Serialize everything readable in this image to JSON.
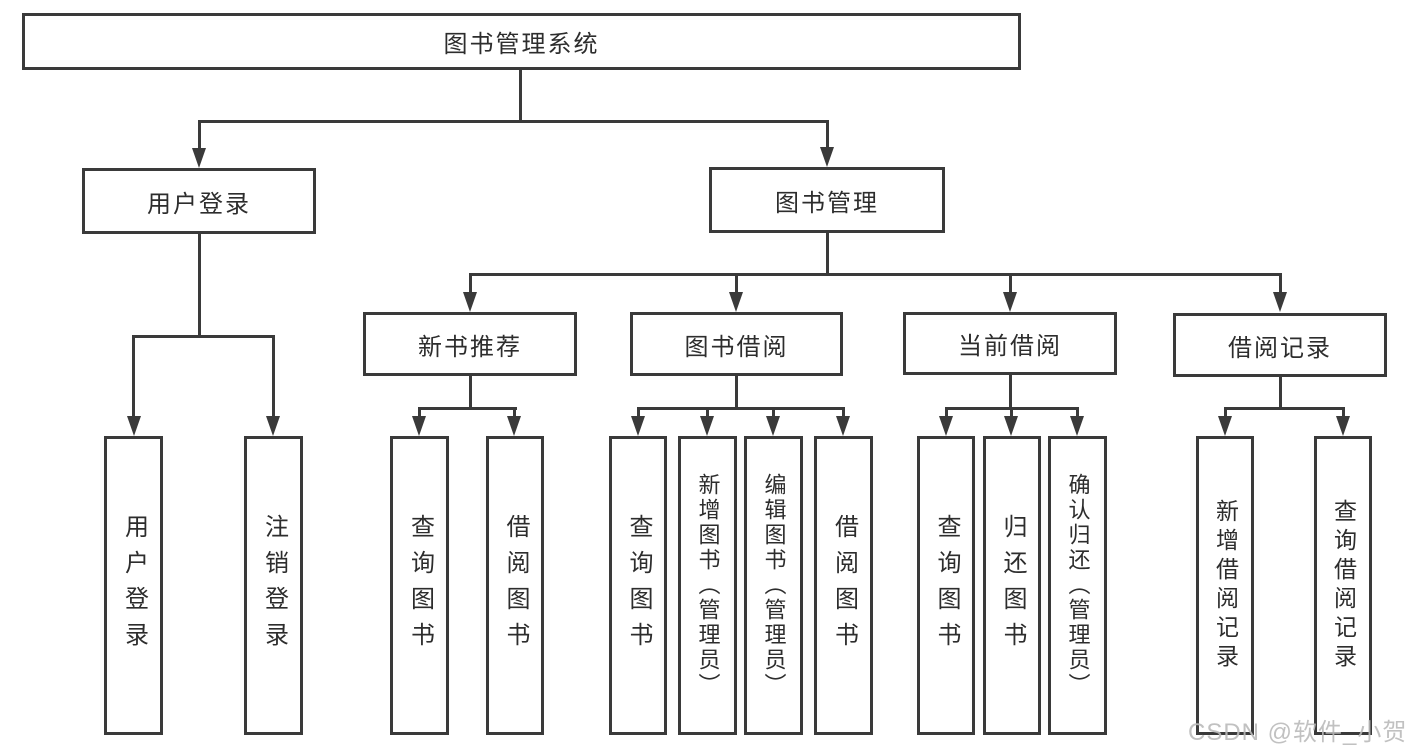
{
  "tree": {
    "label": "图书管理系统",
    "children": [
      {
        "label": "用户登录",
        "children": [
          {
            "label": "用户登录"
          },
          {
            "label": "注销登录"
          }
        ]
      },
      {
        "label": "图书管理",
        "children": [
          {
            "label": "新书推荐",
            "children": [
              {
                "label": "查询图书"
              },
              {
                "label": "借阅图书"
              }
            ]
          },
          {
            "label": "图书借阅",
            "children": [
              {
                "label": "查询图书"
              },
              {
                "label": "新增图书（管理员）"
              },
              {
                "label": "编辑图书（管理员）"
              },
              {
                "label": "借阅图书"
              }
            ]
          },
          {
            "label": "当前借阅",
            "children": [
              {
                "label": "查询图书"
              },
              {
                "label": "归还图书"
              },
              {
                "label": "确认归还（管理员）"
              }
            ]
          },
          {
            "label": "借阅记录",
            "children": [
              {
                "label": "新增借阅记录"
              },
              {
                "label": "查询借阅记录"
              }
            ]
          }
        ]
      }
    ]
  },
  "watermark": "CSDN @软件_小贺同学",
  "colors": {
    "line": "#3a3a3a",
    "text": "#2d2d2d",
    "watermark": "#bababa",
    "background": "#ffffff"
  }
}
